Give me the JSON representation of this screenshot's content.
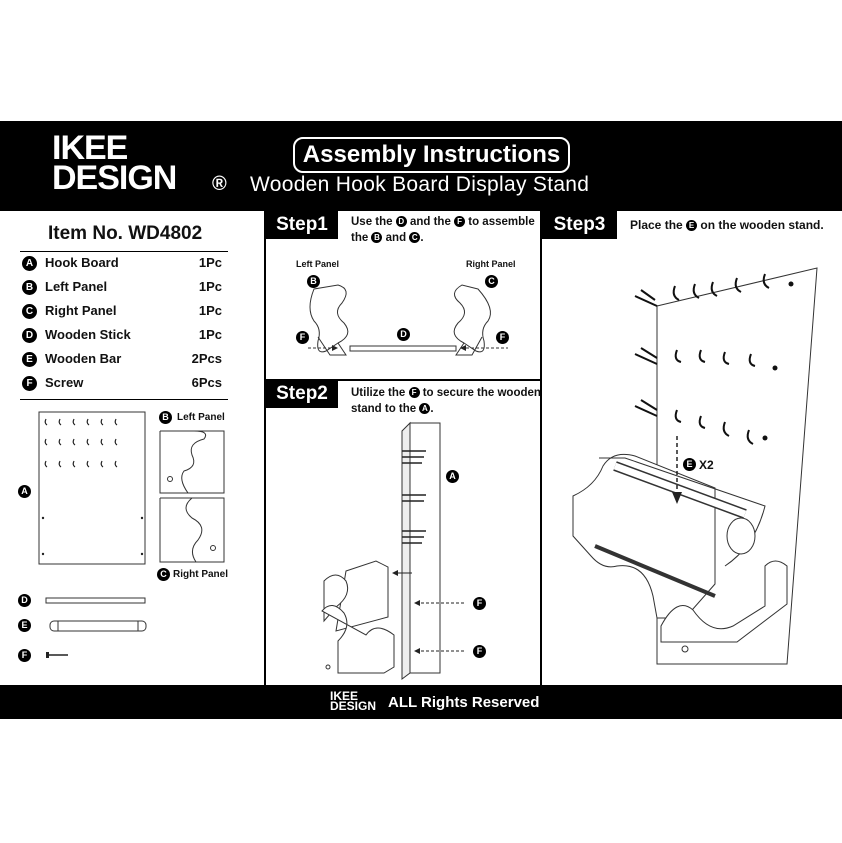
{
  "brand": {
    "line1": "IKEE",
    "line2": "DESIGN",
    "reg": "®"
  },
  "header": {
    "title": "Assembly Instructions",
    "subtitle": "Wooden Hook Board Display Stand"
  },
  "item": {
    "label": "Item No. WD4802"
  },
  "parts": [
    {
      "letter": "A",
      "name": "Hook Board",
      "qty": "1Pc"
    },
    {
      "letter": "B",
      "name": "Left Panel",
      "qty": "1Pc"
    },
    {
      "letter": "C",
      "name": "Right Panel",
      "qty": "1Pc"
    },
    {
      "letter": "D",
      "name": "Wooden Stick",
      "qty": "1Pc"
    },
    {
      "letter": "E",
      "name": "Wooden Bar",
      "qty": "2Pcs"
    },
    {
      "letter": "F",
      "name": "Screw",
      "qty": "6Pcs"
    }
  ],
  "diagram_labels": {
    "left_panel": "Left Panel",
    "right_panel": "Right Panel",
    "x2": "X2"
  },
  "steps": {
    "step1": {
      "label": "Step1",
      "text_a": "Use the",
      "text_b": "and the",
      "text_c": "to assemble",
      "text_d": "the",
      "text_e": "and",
      "text_f": "."
    },
    "step2": {
      "label": "Step2",
      "text_a": "Utilize the",
      "text_b": "to secure the wooden",
      "text_c": "stand to the",
      "text_d": "."
    },
    "step3": {
      "label": "Step3",
      "text_a": "Place the",
      "text_b": "on the wooden stand."
    }
  },
  "footer": {
    "logo1": "IKEE",
    "logo2": "DESIGN",
    "rights": "ALL Rights Reserved"
  }
}
